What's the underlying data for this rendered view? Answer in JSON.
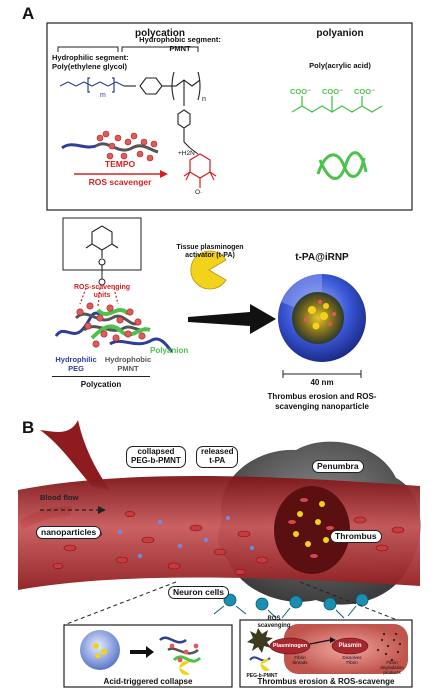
{
  "panel_a": {
    "letter": "A",
    "polycation": {
      "title": "polycation",
      "hydrophilic_label_1": "Hydrophilic segment:",
      "hydrophilic_label_2": "Poly(ethylene glycol)",
      "hydrophobic_label_1": "Hydrophobic segment:",
      "hydrophobic_label_2": "PMNT",
      "subscript_m": "m",
      "subscript_n": "n",
      "tempo_label": "TEMPO",
      "ros_label": "ROS scavenger",
      "amine_label": "+H2N",
      "oxy_label": "O·"
    },
    "polyanion": {
      "title": "polyanion",
      "subtitle": "Poly(acrylic acid)",
      "coo_labels": [
        "COO⁻",
        "COO⁻",
        "COO⁻"
      ]
    },
    "assembly": {
      "ros_units_label_1": "ROS-scavenging",
      "ros_units_label_2": "units",
      "tpa_label_1": "Tissue plasminogen",
      "tpa_label_2": "activator (t-PA)",
      "polyanion_label": "Polyanion",
      "hydrophilic_peg_1": "Hydrophilic",
      "hydrophilic_peg_2": "PEG",
      "hydrophobic_pmnt_1": "Hydrophobic",
      "hydrophobic_pmnt_2": "PMNT",
      "polycation_label": "Polycation",
      "nanoparticle_title": "t-PA@iRNP",
      "scale_label": "40 nm",
      "caption_1": "Thrombus erosion and ROS-",
      "caption_2": "scavenging nanoparticle"
    }
  },
  "panel_b": {
    "letter": "B",
    "labels": {
      "collapsed_1": "collapsed",
      "collapsed_2": "PEG-b-PMNT",
      "released_1": "released",
      "released_2": "t-PA",
      "penumbra": "Penumbra",
      "blood_flow": "Blood flow",
      "nanoparticles": "nanoparticles",
      "thrombus": "Thrombus",
      "neuron_cells": "Neuron cells"
    },
    "inset_left": {
      "caption": "Acid-triggered collapse"
    },
    "inset_right": {
      "caption": "Thrombus erosion & ROS-scavenge",
      "ros_1": "ROS",
      "ros_2": "scavenging",
      "peg_pmnt": "PEG-b-PMNT",
      "plasminogen": "Plasminogen",
      "plasmin": "Plasmin",
      "fibrin_threads_1": "Fibrin",
      "fibrin_threads_2": "threads",
      "dissolves_1": "Dissolves",
      "dissolves_2": "Fibrin",
      "fibrin_deg_1": "Fibrin",
      "fibrin_deg_2": "degradation",
      "fibrin_deg_3": "products"
    }
  },
  "colors": {
    "peg_blue": "#2d3f9a",
    "pmnt_gray": "#555555",
    "tempo_red": "#d62020",
    "polyanion_green": "#4cc24a",
    "blood_red": "#b3262a",
    "pacman_yellow": "#f2d21b"
  }
}
